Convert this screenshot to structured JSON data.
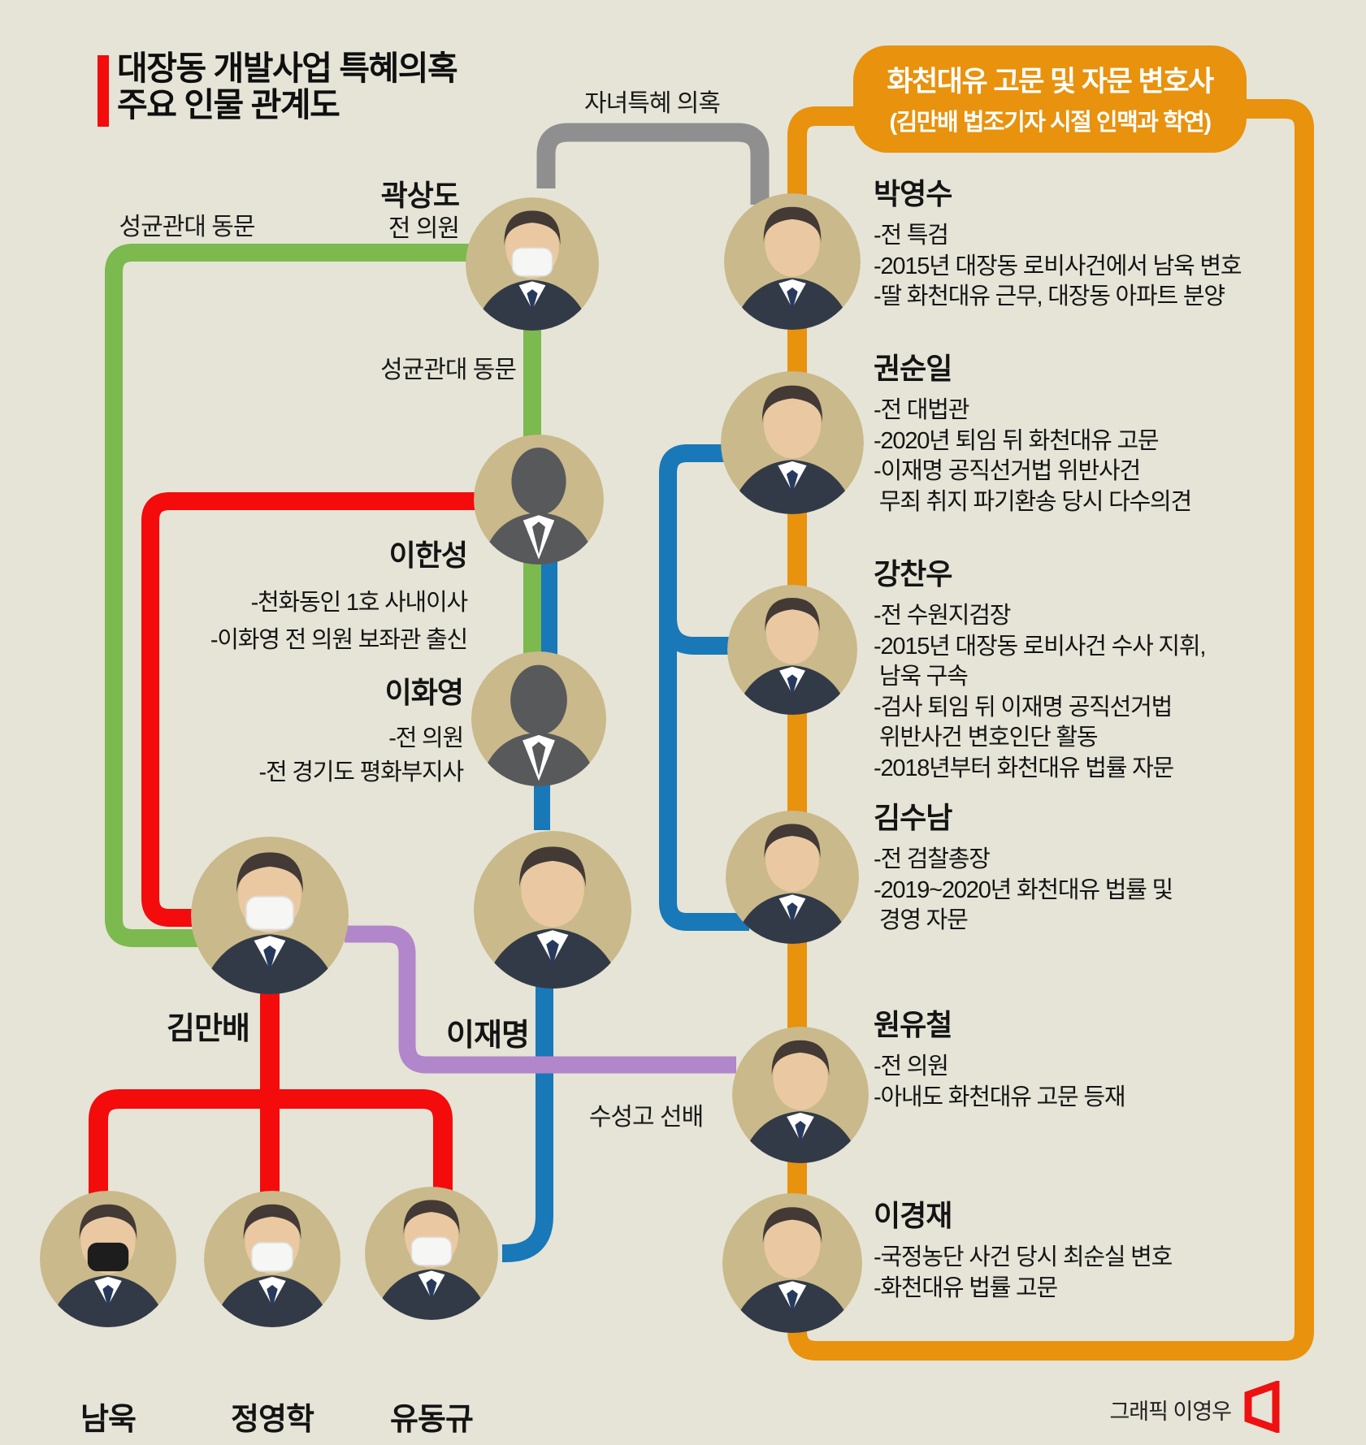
{
  "header": {
    "title_line1": "대장동 개발사업 특혜의혹",
    "title_line2": "주요 인물 관계도"
  },
  "labels": {
    "child_favor": "자녀특혜 의혹",
    "sungkyunkwan_top": "성균관대 동문",
    "sungkyunkwan_mid": "성균관대 동문",
    "suseong_senior": "수성고 선배"
  },
  "advisor_box": {
    "line1": "화천대유 고문 및 자문 변호사",
    "line2": "(김만배 법조기자 시절 인맥과 학연)"
  },
  "people": {
    "kwak_sang_do": {
      "name": "곽상도",
      "sub": "전 의원",
      "style": "masked"
    },
    "lee_han_seong": {
      "name": "이한성",
      "style": "silhouette",
      "bullets": [
        "-천화동인 1호 사내이사",
        "-이화영 전 의원 보좌관 출신"
      ]
    },
    "lee_hwa_young": {
      "name": "이화영",
      "style": "silhouette",
      "bullets": [
        "-전 의원",
        "-전 경기도 평화부지사"
      ]
    },
    "kim_man_bae": {
      "name": "김만배",
      "style": "masked"
    },
    "lee_jae_myung": {
      "name": "이재명",
      "style": "plain"
    },
    "nam_wook": {
      "name": "남욱",
      "style": "masked_black"
    },
    "jung_young_hak": {
      "name": "정영학",
      "style": "masked"
    },
    "yoo_dong_gyu": {
      "name": "유동규",
      "style": "masked"
    },
    "park_young_soo": {
      "name": "박영수",
      "style": "plain",
      "bullets": [
        "-전 특검",
        "-2015년 대장동 로비사건에서 남욱 변호",
        "-딸 화천대유 근무, 대장동 아파트 분양"
      ]
    },
    "kwon_soon_il": {
      "name": "권순일",
      "style": "plain",
      "bullets": [
        "-전 대법관",
        "-2020년 퇴임 뒤 화천대유 고문",
        "-이재명 공직선거법 위반사건",
        " 무죄 취지 파기환송 당시 다수의견"
      ]
    },
    "kang_chan_woo": {
      "name": "강찬우",
      "style": "plain",
      "bullets": [
        "-전 수원지검장",
        "-2015년 대장동 로비사건 수사 지휘,",
        " 남욱 구속",
        "-검사 퇴임 뒤 이재명 공직선거법",
        " 위반사건 변호인단 활동",
        "-2018년부터 화천대유 법률 자문"
      ]
    },
    "kim_soo_nam": {
      "name": "김수남",
      "style": "plain",
      "bullets": [
        "-전 검찰총장",
        "-2019~2020년 화천대유 법률 및",
        " 경영 자문"
      ]
    },
    "won_yoo_chul": {
      "name": "원유철",
      "style": "plain",
      "bullets": [
        "-전 의원",
        "-아내도 화천대유 고문 등재"
      ]
    },
    "lee_kyung_jae": {
      "name": "이경재",
      "style": "plain",
      "bullets": [
        "-국정농단 사건 당시 최순실 변호",
        "-화천대유 법률 고문"
      ]
    }
  },
  "credit": {
    "text": "그래픽 이영우"
  },
  "colors": {
    "background": "#e5e4d7",
    "accent_red": "#f40b0b",
    "line_green": "#7cb94e",
    "line_blue": "#1878b8",
    "line_orange": "#e8920e",
    "line_purple": "#b286ca",
    "line_gray": "#8f8f8f",
    "photo_circle_tan": "#cab98a",
    "silhouette_gray": "#58595b",
    "box_text": "#ffffff"
  }
}
